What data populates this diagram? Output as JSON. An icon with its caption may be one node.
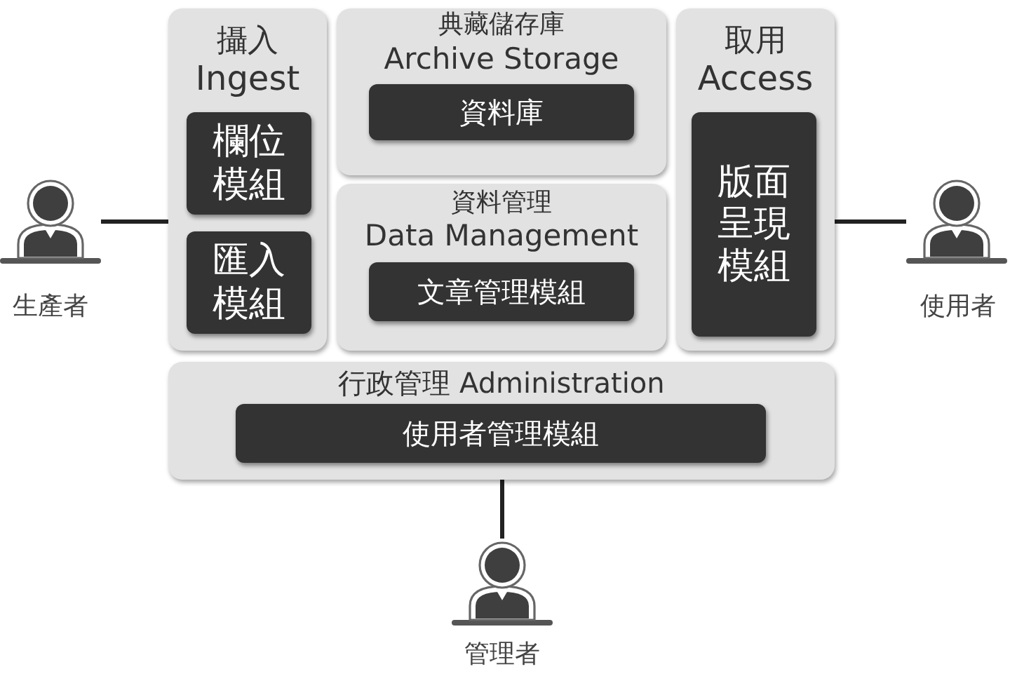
{
  "diagram": {
    "nodes": [
      {
        "text": [
          "生產者"
        ]
      },
      {
        "text": [
          "攝入",
          "Ingest"
        ]
      },
      {
        "text": [
          "欄位模組"
        ],
        "in": 1
      },
      {
        "text": [
          "匯入模組"
        ],
        "in": 1
      },
      {
        "text": [
          "典藏儲存庫",
          "Archive Storage"
        ]
      },
      {
        "text": [
          "資料庫"
        ],
        "in": 4
      },
      {
        "text": [
          "資料管理",
          "Data Management"
        ]
      },
      {
        "text": [
          "文章管理模組"
        ],
        "in": 6
      },
      {
        "text": [
          "取用",
          "Access"
        ]
      },
      {
        "text": [
          "版面呈現模組"
        ],
        "in": 8
      },
      {
        "text": [
          "使用者"
        ]
      },
      {
        "text": [
          "行政管理 Administration"
        ]
      },
      {
        "text": [
          "使用者管理模組"
        ],
        "in": 11
      },
      {
        "text": [
          "管理者"
        ]
      }
    ],
    "edges": [
      {
        "from": 0,
        "to": 1,
        "arrow": "none"
      },
      {
        "from": 8,
        "to": 10,
        "arrow": "none"
      },
      {
        "from": 11,
        "to": 13,
        "arrow": "none"
      }
    ]
  }
}
